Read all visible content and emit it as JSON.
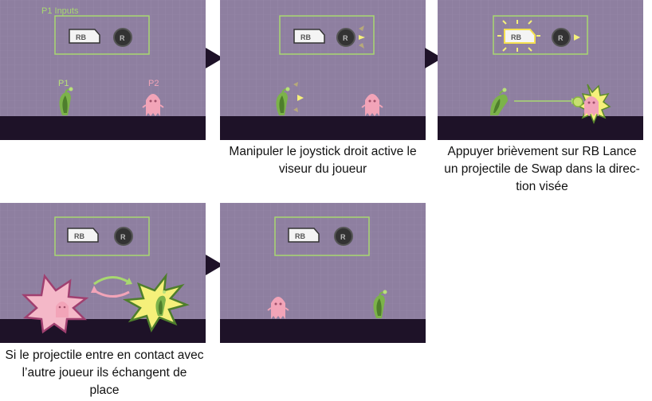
{
  "colors": {
    "background": "#8e7fa0",
    "grid": "#9c8dae",
    "floor": "#1e1228",
    "inputs_border": "#a8d870",
    "p1_green": "#7cb34a",
    "p1_dark": "#4e7e2c",
    "p2_pink": "#f2a4b8",
    "highlight_yellow": "#f5f07a",
    "swap_pink": "#f4b8c8"
  },
  "panels": [
    {
      "inputs_label": "P1 Inputs",
      "rb_label": "RB",
      "r_label": "R",
      "p1_label": "P1",
      "p2_label": "P2"
    },
    {
      "rb_label": "RB",
      "r_label": "R"
    },
    {
      "rb_label": "RB",
      "r_label": "R"
    },
    {
      "rb_label": "RB",
      "r_label": "R"
    },
    {
      "rb_label": "RB",
      "r_label": "R"
    }
  ],
  "captions": {
    "step2": [
      "Manipuler le joystick droit active le",
      "viseur du joueur"
    ],
    "step3": [
      "Appuyer brièvement sur RB Lance",
      "un projectile de Swap dans la direc-",
      "tion visée"
    ],
    "step4": [
      "Si le projectile entre en contact avec",
      "l’autre joueur ils échangent de",
      "place"
    ]
  }
}
